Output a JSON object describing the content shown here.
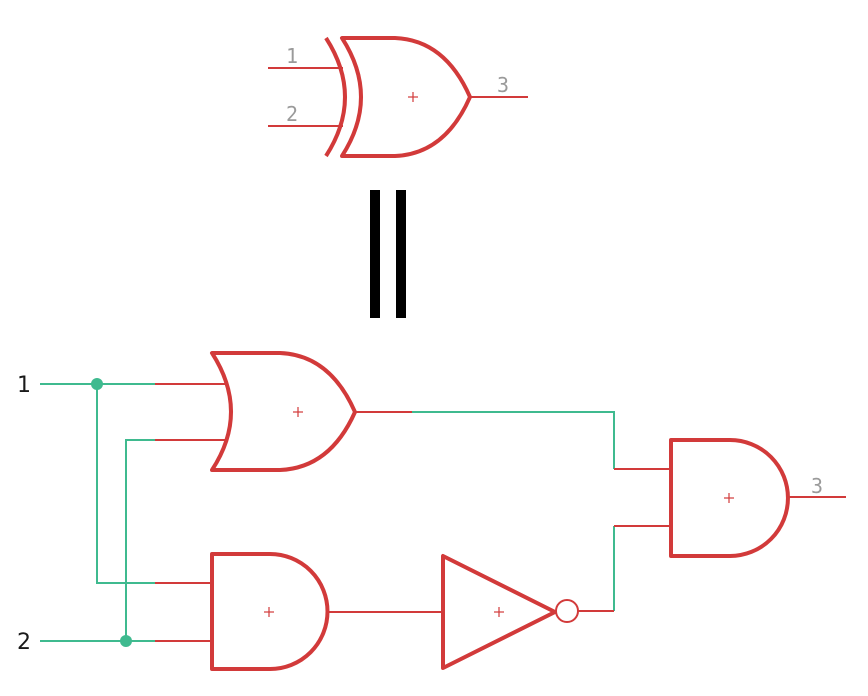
{
  "xor_symbol": {
    "input_1_label": "1",
    "input_2_label": "2",
    "output_label": "3"
  },
  "equivalence": {
    "symbol": "||"
  },
  "circuit": {
    "input_1_label": "1",
    "input_2_label": "2",
    "output_label": "3",
    "gates": [
      "OR",
      "AND",
      "NOT",
      "AND"
    ]
  },
  "colors": {
    "gate_stroke": "#d23a3a",
    "wire": "#3fba8f",
    "pin_label": "#9a9a9a",
    "port_label": "#1a1a1a",
    "equivalence_bars": "#000000"
  }
}
